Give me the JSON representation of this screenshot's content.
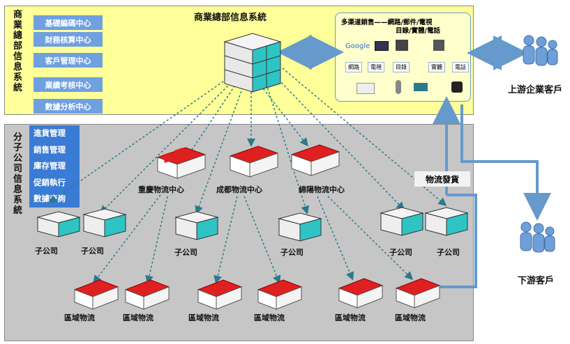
{
  "hq": {
    "vertical_label": "商業總部信息系統",
    "title": "商業總部信息系統",
    "centers": [
      "基礎編碼中心",
      "財務核算中心",
      "客戶管理中心",
      "業績考核中心",
      "數據分析中心"
    ]
  },
  "branch": {
    "vertical_label": "分子公司信息系統",
    "modules": [
      "進貨管理",
      "銷售管理",
      "庫存管理",
      "促銷執行",
      "數據查詢"
    ],
    "logistics_centers": [
      "重慶物流中心",
      "成都物流中心",
      "綿陽物流中心"
    ],
    "subsidiary_label": "子公司",
    "regional_label": "區域物流",
    "logistics_delivery": "物流發貨"
  },
  "multichannel": {
    "title_line1": "多渠道銷售——網路/郵件/電視",
    "title_line2": "目錄/實體/電話",
    "logo_text": "Google",
    "tags": [
      "網路",
      "電視",
      "目錄",
      "實體",
      "電話"
    ]
  },
  "customers": {
    "upstream": "上游企業客戶",
    "downstream": "下游客戶"
  },
  "colors": {
    "yellow_panel": "#ffff99",
    "gray_panel": "#c6c6c6",
    "blue_menu": "#3a7bd5",
    "warehouse_roof": "#e02020",
    "server_accent": "#2ec4c4",
    "arrow_blue": "#6699cc",
    "dotted_line": "#2a7a8a"
  }
}
